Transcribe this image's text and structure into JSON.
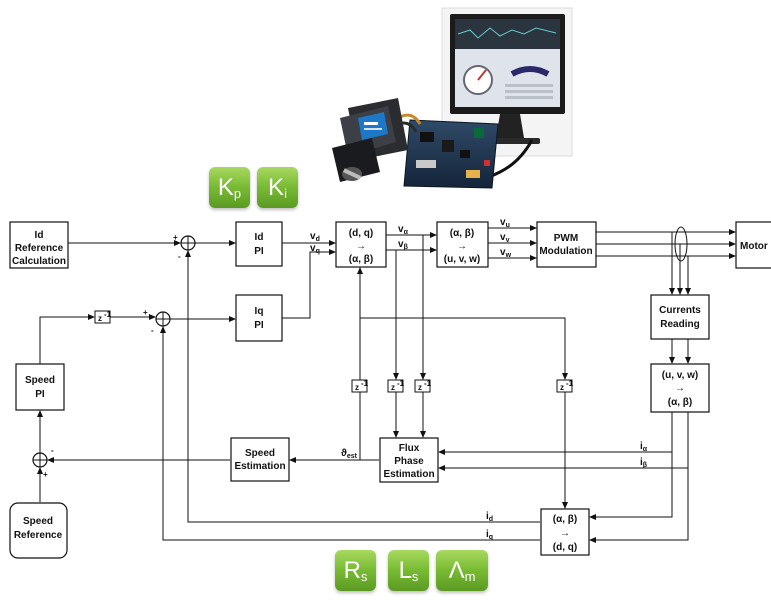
{
  "parameter_tiles": {
    "gains": [
      {
        "base": "K",
        "sub": "p"
      },
      {
        "base": "K",
        "sub": "i"
      }
    ],
    "motor_params": [
      {
        "base": "R",
        "sub": "s"
      },
      {
        "base": "L",
        "sub": "s"
      },
      {
        "base": "Λ",
        "sub": "m"
      }
    ]
  },
  "blocks": {
    "id_ref_calc": [
      "Id",
      "Reference",
      "Calculation"
    ],
    "id_pi": [
      "Id",
      "PI"
    ],
    "iq_pi": [
      "Iq",
      "PI"
    ],
    "park_inv": [
      "(d, q)",
      "→",
      "(α, β)"
    ],
    "clarke_inv": [
      "(α, β)",
      "→",
      "(u, v, w)"
    ],
    "pwm": [
      "PWM",
      "Modulation"
    ],
    "motor": "Motor",
    "currents_reading": [
      "Currents",
      "Reading"
    ],
    "clarke": [
      "(u, v, w)",
      "→",
      "(α, β)"
    ],
    "speed_pi": [
      "Speed",
      "PI"
    ],
    "speed_estimation": [
      "Speed",
      "Estimation"
    ],
    "flux_estimation": [
      "Flux",
      "Phase",
      "Estimation"
    ],
    "park": [
      "(α, β)",
      "→",
      "(d, q)"
    ],
    "speed_reference": [
      "Speed",
      "Reference"
    ]
  },
  "delays": {
    "label": "z",
    "exp": "-1"
  },
  "signals": {
    "vd": "v",
    "vd_sub": "d",
    "vq": "v",
    "vq_sub": "q",
    "valpha": "v",
    "valpha_sub": "α",
    "vbeta": "v",
    "vbeta_sub": "β",
    "vu": "v",
    "vu_sub": "u",
    "vv": "v",
    "vv_sub": "v",
    "vw": "v",
    "vw_sub": "w",
    "theta": "ϑ",
    "theta_sub": "est",
    "ialpha": "i",
    "ialpha_sub": "α",
    "ibeta": "i",
    "ibeta_sub": "β",
    "id": "i",
    "id_sub": "d",
    "iq": "i",
    "iq_sub": "q"
  },
  "signs": {
    "plus": "+",
    "minus": "-"
  }
}
